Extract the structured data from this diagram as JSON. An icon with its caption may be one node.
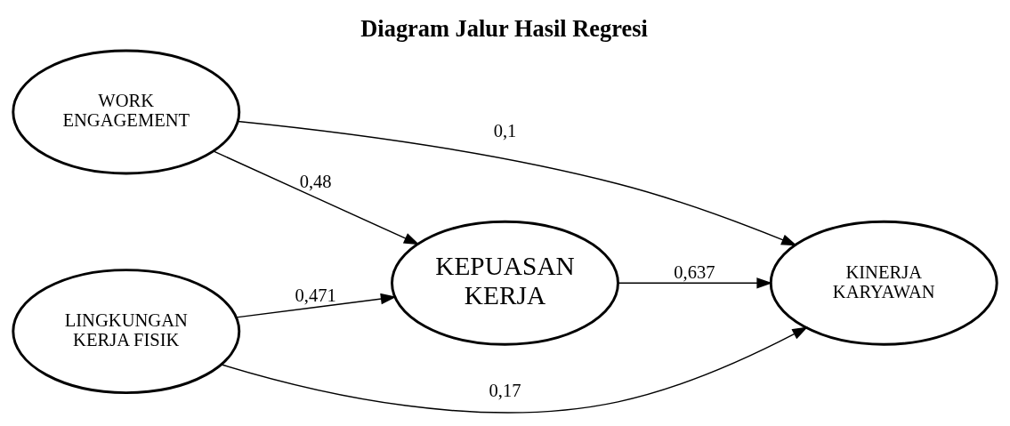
{
  "diagram": {
    "title": "Diagram Jalur Hasil Regresi",
    "nodes": [
      {
        "text": [
          "WORK ENGAGEMENT"
        ]
      },
      {
        "text": [
          "KEPUASAN KERJA"
        ]
      },
      {
        "text": [
          "KINERJA KARYAWAN"
        ]
      },
      {
        "text": [
          "LINGKUNGAN KERJA FISIK"
        ]
      }
    ],
    "edges": [
      {
        "from": 0,
        "to": 2,
        "arrow": "to",
        "label": "0,1"
      },
      {
        "from": 0,
        "to": 1,
        "arrow": "to",
        "label": "0,48"
      },
      {
        "from": 1,
        "to": 2,
        "arrow": "to",
        "label": "0,637"
      },
      {
        "from": 3,
        "to": 1,
        "arrow": "to",
        "label": "0,471"
      },
      {
        "from": 3,
        "to": 2,
        "arrow": "to",
        "label": "0,17"
      }
    ]
  }
}
